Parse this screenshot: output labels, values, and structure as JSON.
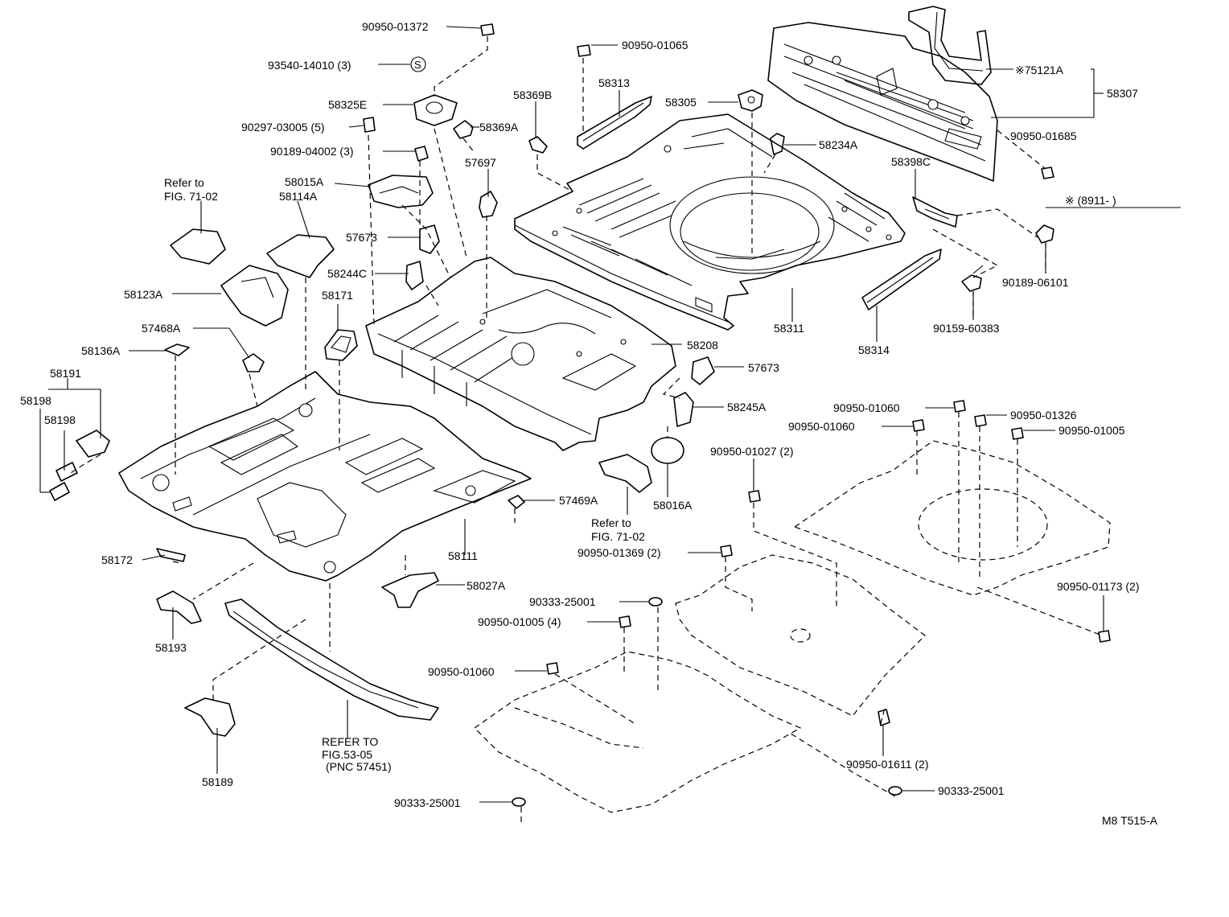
{
  "labels": {
    "p90950_01372": "90950-01372",
    "p93540_14010": "93540-14010 (3)",
    "s_mark": "S",
    "p58325E": "58325E",
    "p90297_03005": "90297-03005 (5)",
    "p90189_04002": "90189-04002 (3)",
    "refer_a_1": "Refer to",
    "refer_a_2": "FIG. 71-02",
    "p58015A": "58015A",
    "p58114A": "58114A",
    "p58123A": "58123A",
    "p57468A": "57468A",
    "p58136A": "58136A",
    "p58191": "58191",
    "p58198_a": "58198",
    "p58198_b": "58198",
    "p58172": "58172",
    "p58193": "58193",
    "p58189": "58189",
    "p58171": "58171",
    "p57673_a": "57673",
    "p58244C": "58244C",
    "p58369B": "58369B",
    "p58369A": "58369A",
    "p57697": "57697",
    "p58313": "58313",
    "p90950_01065": "90950-01065",
    "p58305": "58305",
    "p58234A": "58234A",
    "p75121A": "※75121A",
    "p58307": "58307",
    "p90950_01685": "90950-01685",
    "p58398C": "58398C",
    "note_8911": "※ (8911-        )",
    "p90189_06101": "90189-06101",
    "p90159_60383": "90159-60383",
    "p58311": "58311",
    "p58314": "58314",
    "p58208": "58208",
    "p57673_b": "57673",
    "p58245A": "58245A",
    "p58016A": "58016A",
    "refer_b_1": "Refer to",
    "refer_b_2": "FIG. 71-02",
    "p57469A": "57469A",
    "p58111": "58111",
    "p58027A": "58027A",
    "refer_c_1": "REFER TO",
    "refer_c_2": "FIG.53-05",
    "refer_c_3": "(PNC 57451)",
    "p90950_01060_a": "90950-01060",
    "p90950_01060_b": "90950-01060",
    "p90950_01326": "90950-01326",
    "p90950_01005_a": "90950-01005",
    "p90950_01027": "90950-01027 (2)",
    "p90950_01369": "90950-01369 (2)",
    "p90333_25001_a": "90333-25001",
    "p90950_01005_b": "90950-01005 (4)",
    "p90950_01060_c": "90950-01060",
    "p90950_01173": "90950-01173 (2)",
    "p90950_01611": "90950-01611 (2)",
    "p90333_25001_b": "90333-25001",
    "p90333_25001_c": "90333-25001",
    "code": "M8 T515-A"
  }
}
